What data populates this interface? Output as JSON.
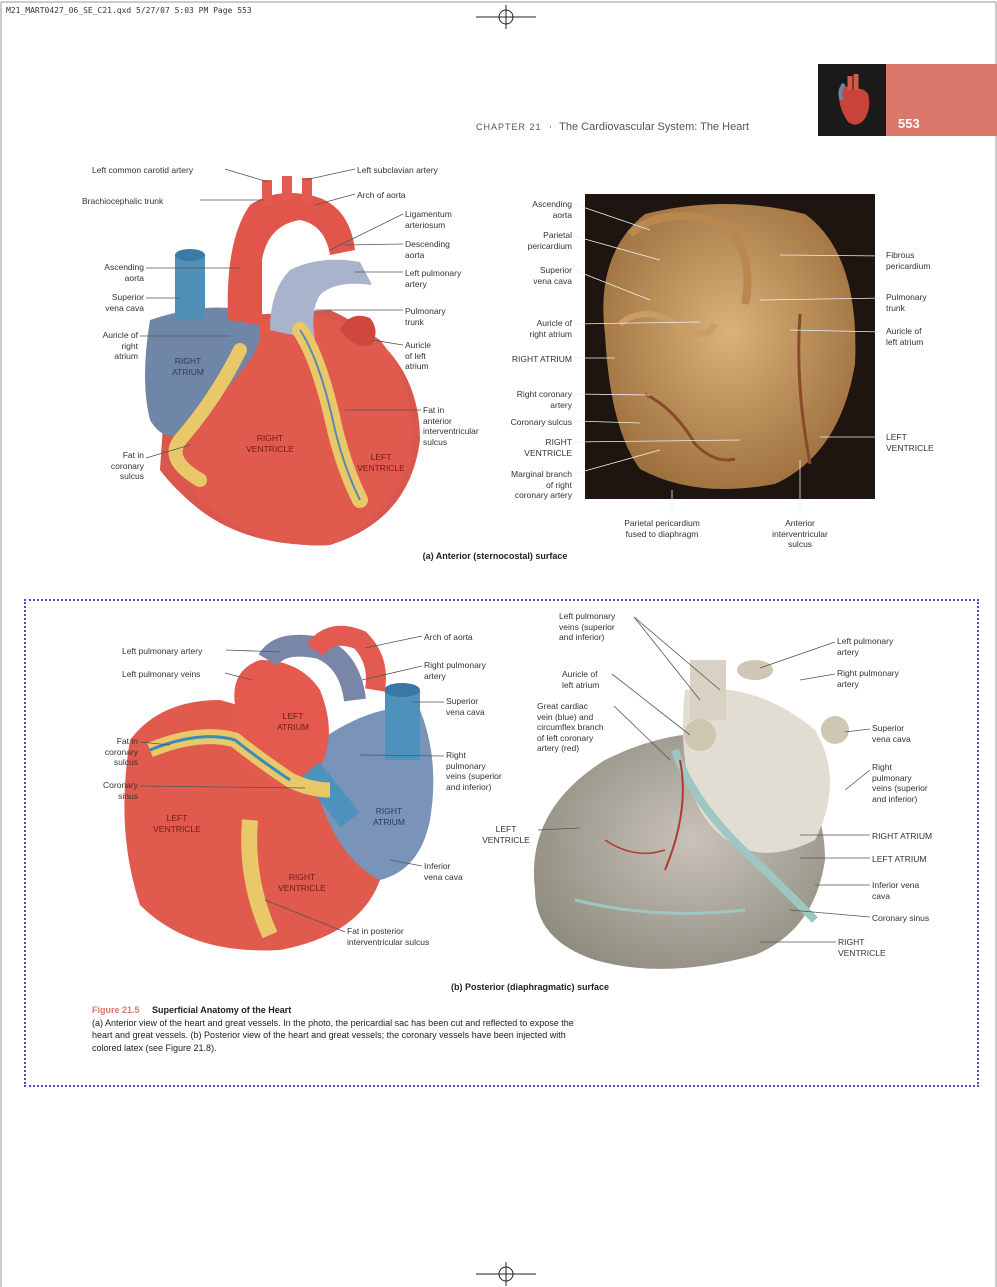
{
  "slug": "M21_MART0427_06_SE_C21.qxd  5/27/07  5:03 PM  Page 553",
  "header": {
    "chapter_label": "CHAPTER 21",
    "separator": "·",
    "chapter_title": "The Cardiovascular System: The Heart",
    "page_number": "553",
    "tab_color": "#d9786a"
  },
  "panel_a": {
    "illustration_labels": {
      "left_common_carotid": "Left common carotid artery",
      "left_subclavian": "Left subclavian artery",
      "brachiocephalic": "Brachiocephalic trunk",
      "arch_of_aorta": "Arch of aorta",
      "ligamentum": [
        "Ligamentum",
        "arteriosum"
      ],
      "descending_aorta": [
        "Descending",
        "aorta"
      ],
      "ascending_aorta": [
        "Ascending",
        "aorta"
      ],
      "left_pulmonary_artery": [
        "Left pulmonary",
        "artery"
      ],
      "superior_vena_cava": [
        "Superior",
        "vena cava"
      ],
      "pulmonary_trunk": [
        "Pulmonary",
        "trunk"
      ],
      "auricle_right_atrium": [
        "Auricle of",
        "right",
        "atrium"
      ],
      "auricle_left_atrium": [
        "Auricle",
        "of left",
        "atrium"
      ],
      "fat_anterior": [
        "Fat in",
        "anterior",
        "interventricular",
        "sulcus"
      ],
      "fat_coronary": [
        "Fat in",
        "coronary",
        "sulcus"
      ],
      "right_atrium": [
        "RIGHT",
        "ATRIUM"
      ],
      "right_ventricle": [
        "RIGHT",
        "VENTRICLE"
      ],
      "left_ventricle": [
        "LEFT",
        "VENTRICLE"
      ]
    },
    "photo_labels": {
      "ascending_aorta": [
        "Ascending",
        "aorta"
      ],
      "parietal_pericardium": [
        "Parietal",
        "pericardium"
      ],
      "superior_vena_cava": [
        "Superior",
        "vena cava"
      ],
      "auricle_right_atrium": [
        "Auricle of",
        "right atrium"
      ],
      "right_atrium": "RIGHT ATRIUM",
      "right_coronary_artery": [
        "Right coronary",
        "artery"
      ],
      "coronary_sulcus": "Coronary sulcus",
      "right_ventricle": [
        "RIGHT",
        "VENTRICLE"
      ],
      "marginal_branch": [
        "Marginal branch",
        "of right",
        "coronary artery"
      ],
      "fibrous_pericardium": [
        "Fibrous",
        "pericardium"
      ],
      "pulmonary_trunk": [
        "Pulmonary",
        "trunk"
      ],
      "auricle_left_atrium": [
        "Auricle of",
        "left atrium"
      ],
      "left_ventricle": [
        "LEFT",
        "VENTRICLE"
      ],
      "parietal_fused": [
        "Parietal pericardium",
        "fused to diaphragm"
      ],
      "anterior_iv_sulcus": [
        "Anterior",
        "interventricular",
        "sulcus"
      ]
    },
    "caption": "(a) Anterior (sternocostal) surface"
  },
  "panel_b": {
    "illustration_labels": {
      "left_pulmonary_artery": "Left pulmonary artery",
      "left_pulmonary_veins": "Left pulmonary veins",
      "arch_of_aorta": "Arch of aorta",
      "right_pulmonary_artery": [
        "Right pulmonary",
        "artery"
      ],
      "superior_vena_cava": [
        "Superior",
        "vena cava"
      ],
      "fat_coronary": [
        "Fat in",
        "coronary",
        "sulcus"
      ],
      "coronary_sinus": [
        "Coronary",
        "sinus"
      ],
      "right_pulmonary_veins": [
        "Right",
        "pulmonary",
        "veins (superior",
        "and inferior)"
      ],
      "inferior_vena_cava": [
        "Inferior",
        "vena cava"
      ],
      "fat_posterior": [
        "Fat in posterior",
        "interventricular sulcus"
      ],
      "left_atrium": [
        "LEFT",
        "ATRIUM"
      ],
      "left_ventricle": [
        "LEFT",
        "VENTRICLE"
      ],
      "right_atrium": [
        "RIGHT",
        "ATRIUM"
      ],
      "right_ventricle": [
        "RIGHT",
        "VENTRICLE"
      ]
    },
    "photo_labels": {
      "left_pulmonary_veins": [
        "Left pulmonary",
        "veins (superior",
        "and inferior)"
      ],
      "auricle_left_atrium": [
        "Auricle of",
        "left atrium"
      ],
      "great_cardiac_vein": [
        "Great cardiac",
        "vein (blue) and",
        "circumflex branch",
        "of left coronary",
        "artery (red)"
      ],
      "left_ventricle": [
        "LEFT",
        "VENTRICLE"
      ],
      "left_pulmonary_artery": [
        "Left pulmonary",
        "artery"
      ],
      "right_pulmonary_artery": [
        "Right pulmonary",
        "artery"
      ],
      "superior_vena_cava": [
        "Superior",
        "vena cava"
      ],
      "right_pulmonary_veins": [
        "Right",
        "pulmonary",
        "veins (superior",
        "and inferior)"
      ],
      "right_atrium": "RIGHT ATRIUM",
      "left_atrium": "LEFT ATRIUM",
      "inferior_vena_cava": [
        "Inferior vena",
        "cava"
      ],
      "coronary_sinus": "Coronary sinus",
      "right_ventricle": [
        "RIGHT",
        "VENTRICLE"
      ]
    },
    "caption": "(b) Posterior (diaphragmatic) surface"
  },
  "figure": {
    "number": "Figure 21.5",
    "title": "Superficial Anatomy of the Heart",
    "text_1": "(a) Anterior view of the heart and great vessels. In the photo, the pericardial sac has been cut and reflected to expose the",
    "text_2": "heart and great vessels. (b) Posterior view of the heart and great vessels; the coronary vessels have been injected with",
    "text_3": "colored latex (see Figure 21.8).",
    "number_color": "#d9786a"
  }
}
